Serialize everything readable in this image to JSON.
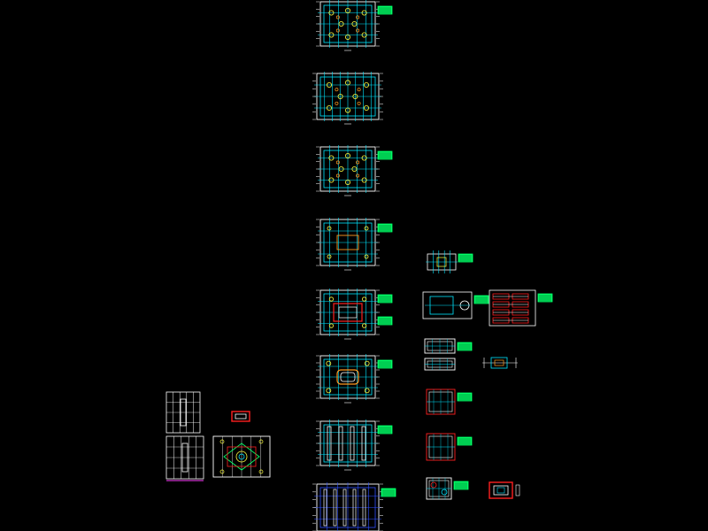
{
  "view": {
    "background": "#000000",
    "title": ""
  },
  "palette": {
    "cyan": "#00e5ff",
    "white": "#ffffff",
    "yellow": "#ffff40",
    "green": "#00ff66",
    "red": "#ff2020",
    "blue": "#3050ff",
    "magenta": "#ff40ff",
    "orange": "#ff9a20"
  },
  "sheets": [
    {
      "id": "plate-1",
      "kind": "plate",
      "variant": "holes",
      "title_block": true
    },
    {
      "id": "plate-2",
      "kind": "plate",
      "variant": "dense",
      "title_block": false
    },
    {
      "id": "plate-3",
      "kind": "plate",
      "variant": "holes",
      "title_block": true
    },
    {
      "id": "plate-4",
      "kind": "plate",
      "variant": "window",
      "title_block": true
    },
    {
      "id": "plate-5",
      "kind": "plate",
      "variant": "red-cavity",
      "title_block": true
    },
    {
      "id": "plate-6",
      "kind": "plate",
      "variant": "pocket",
      "title_block": true
    },
    {
      "id": "plate-7",
      "kind": "plate",
      "variant": "bars",
      "title_block": true
    },
    {
      "id": "plate-8",
      "kind": "plate",
      "variant": "blue",
      "title_block": true
    },
    {
      "id": "section-1",
      "kind": "section",
      "title_block": true
    },
    {
      "id": "assembly-1",
      "kind": "assembly",
      "title_block": true
    },
    {
      "id": "assembly-2",
      "kind": "assembly",
      "title_block": true
    },
    {
      "id": "part-1",
      "kind": "part",
      "title_block": true
    },
    {
      "id": "part-2",
      "kind": "part",
      "title_block": false
    },
    {
      "id": "part-3",
      "kind": "part",
      "title_block": true
    },
    {
      "id": "part-4",
      "kind": "part",
      "title_block": true
    },
    {
      "id": "part-5",
      "kind": "part",
      "title_block": true
    },
    {
      "id": "insert-1",
      "kind": "insert",
      "title_block": false
    },
    {
      "id": "insert-2",
      "kind": "insert",
      "title_block": false
    },
    {
      "id": "elevation-1",
      "kind": "elevation",
      "title_block": false
    },
    {
      "id": "elevation-2",
      "kind": "elevation",
      "title_block": false
    },
    {
      "id": "top-view",
      "kind": "top-view",
      "title_block": false
    }
  ]
}
